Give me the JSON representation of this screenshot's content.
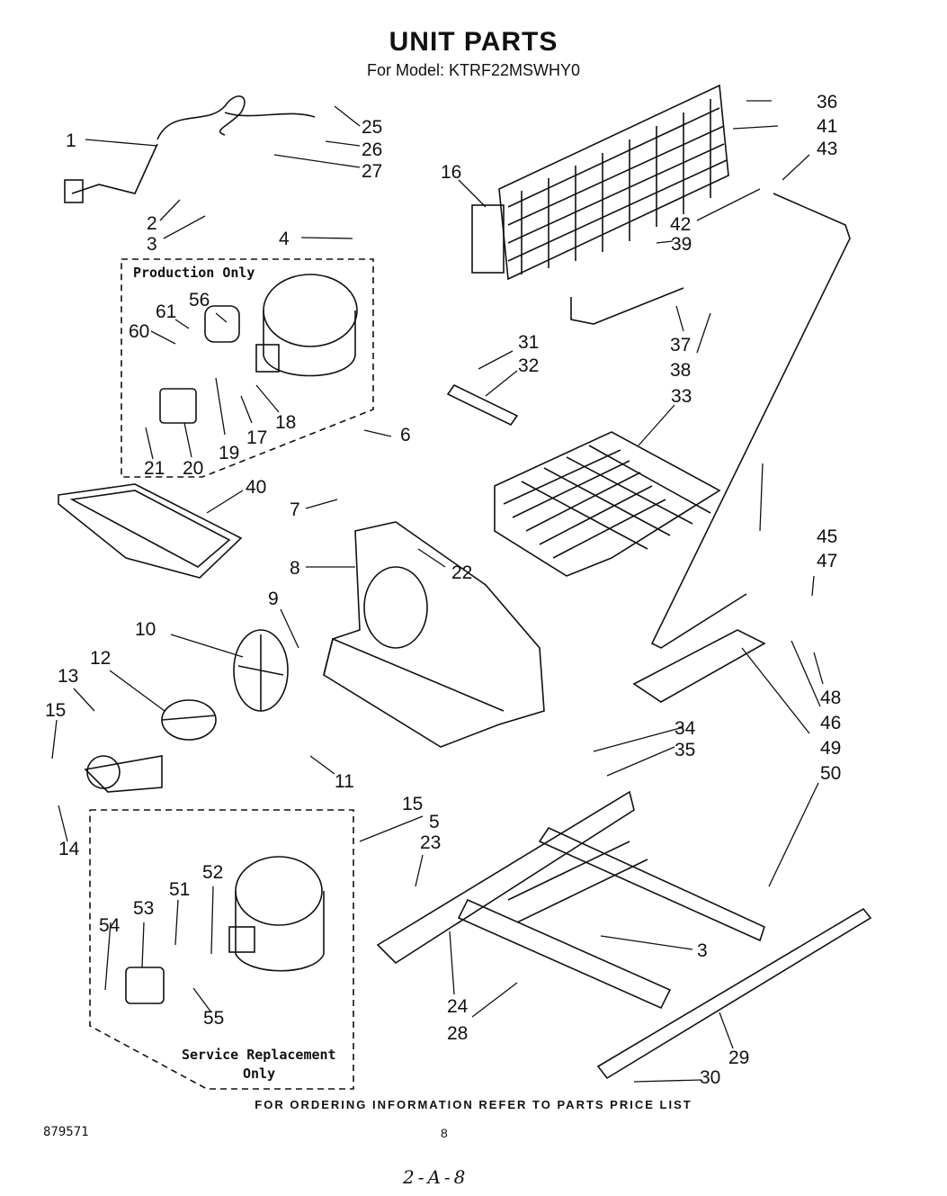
{
  "title": "UNIT PARTS",
  "subtitle": "For Model: KTRF22MSWHY0",
  "production_box_label": "Production Only",
  "service_box_label_line1": "Service Replacement",
  "service_box_label_line2": "Only",
  "footer": "FOR ORDERING INFORMATION REFER TO PARTS PRICE LIST",
  "doc_number": "879571",
  "page_number": "8",
  "handwritten_note": "2-A-8",
  "callouts": [
    "1",
    "2",
    "3",
    "4",
    "5",
    "6",
    "7",
    "8",
    "9",
    "10",
    "11",
    "12",
    "13",
    "14",
    "15",
    "15",
    "16",
    "17",
    "18",
    "19",
    "20",
    "21",
    "22",
    "23",
    "24",
    "25",
    "26",
    "27",
    "28",
    "29",
    "30",
    "31",
    "32",
    "33",
    "34",
    "35",
    "36",
    "37",
    "38",
    "39",
    "40",
    "41",
    "42",
    "43",
    "45",
    "46",
    "47",
    "48",
    "49",
    "50",
    "51",
    "52",
    "53",
    "54",
    "55",
    "56",
    "60",
    "61",
    "3"
  ]
}
